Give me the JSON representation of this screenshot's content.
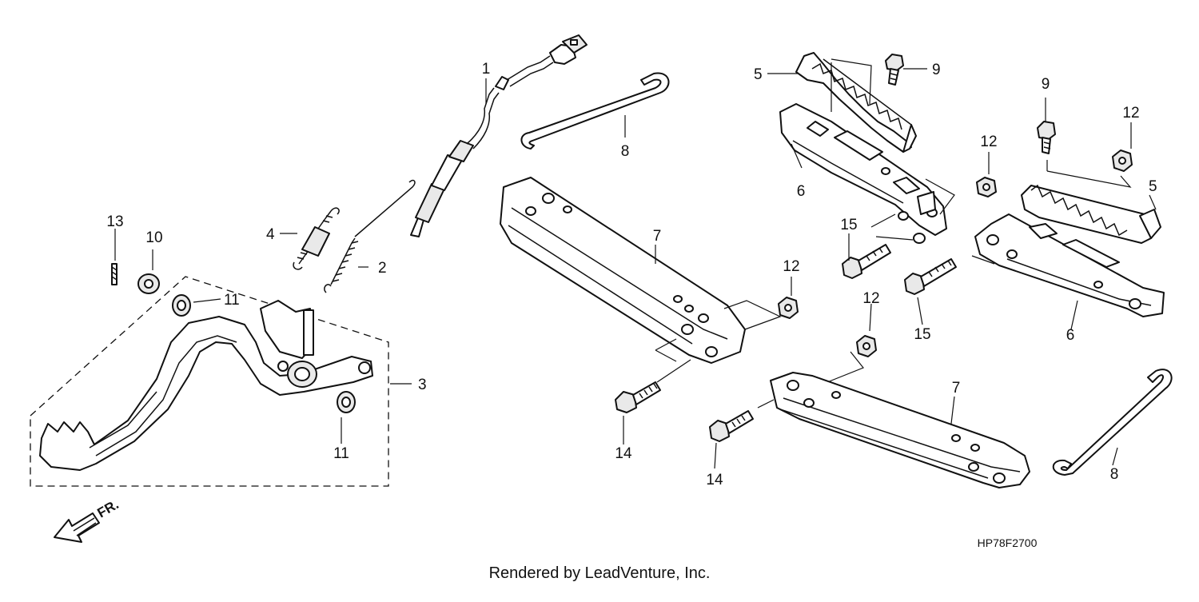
{
  "diagram": {
    "code": "HP78F2700",
    "direction_label": "FR.",
    "callouts": {
      "c1": "1",
      "c2": "2",
      "c3": "3",
      "c4": "4",
      "c5a": "5",
      "c5b": "5",
      "c6a": "6",
      "c6b": "6",
      "c7a": "7",
      "c7b": "7",
      "c8a": "8",
      "c8b": "8",
      "c9a": "9",
      "c9b": "9",
      "c10": "10",
      "c11a": "11",
      "c11b": "11",
      "c12a": "12",
      "c12b": "12",
      "c12c": "12",
      "c12d": "12",
      "c13": "13",
      "c14a": "14",
      "c14b": "14",
      "c15a": "15",
      "c15b": "15"
    }
  },
  "footer": {
    "credit": "Rendered by LeadVenture, Inc."
  }
}
